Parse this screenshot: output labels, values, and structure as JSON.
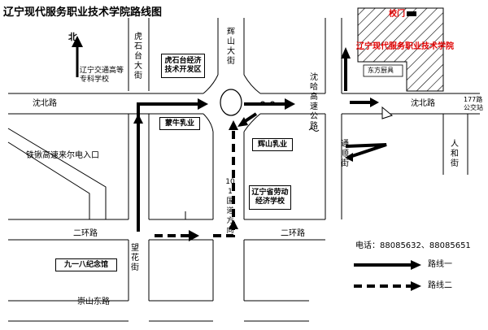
{
  "title": "辽宁现代服务职业技术学院路线图",
  "north": "北",
  "roads": {
    "shenbei_left": "沈北路",
    "shenbei_right": "沈北路",
    "erhuan_left": "二环路",
    "erhuan_right": "二环路",
    "chongshan": "崇山东路",
    "huishi": "虎石台大街",
    "huishan": "辉山大街",
    "shenha": "沈哈高速公路",
    "tongshun": "通顺街",
    "renhe": "人和街",
    "road101": "101国道方向",
    "wanghua": "望花街",
    "xiangmeng": "铁锹高速来尔电入口"
  },
  "places": {
    "school_gate": "校门",
    "school": "辽宁现代服务职业技术学院",
    "dongfang": "东方厨具",
    "liaoning_jt": "辽宁交通高等专科学校",
    "huishi_zone": "虎石台经济技术开发区",
    "mengniu": "蒙牛乳业",
    "huishan_ruye": "辉山乳业",
    "labor_school": "辽宁省劳动经济学校",
    "jiuyiba": "九一八纪念馆",
    "bus177": "177路公交站"
  },
  "contact": "电话：88085632、88085651",
  "legend": {
    "route1": "路线一",
    "route2": "路线二"
  }
}
